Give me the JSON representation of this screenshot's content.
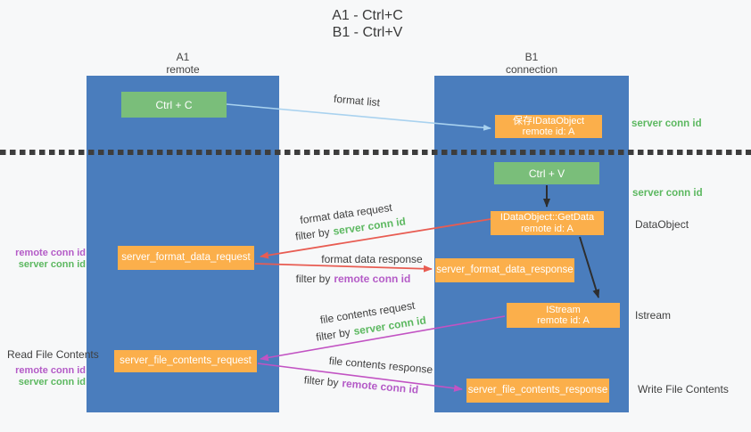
{
  "title": {
    "line1": "A1 - Ctrl+C",
    "line2": "B1 - Ctrl+V"
  },
  "lifelines": {
    "a1": {
      "name": "A1",
      "role": "remote"
    },
    "b1": {
      "name": "B1",
      "role": "connection"
    }
  },
  "nodes": {
    "ctrl_c": {
      "label": "Ctrl + C"
    },
    "ctrl_v": {
      "label": "Ctrl + V"
    },
    "save_idataobject": {
      "line1": "保存IDataObject",
      "line2": "remote id: A"
    },
    "idataobject_getdata": {
      "line1": "IDataObject::GetData",
      "line2": "remote id: A"
    },
    "istream": {
      "line1": "IStream",
      "line2": "remote id: A"
    },
    "server_format_data_request": {
      "label": "server_format_data_request"
    },
    "server_format_data_response": {
      "label": "server_format_data_response"
    },
    "server_file_contents_request": {
      "label": "server_file_contents_request"
    },
    "server_file_contents_response": {
      "label": "server_file_contents_response"
    }
  },
  "arrow_labels": {
    "format_list": "format list",
    "format_data_request": "format data request",
    "format_data_response": "format data response",
    "file_contents_request": "file contents request",
    "file_contents_response": "file contents response",
    "filter_by": "filter by",
    "server_conn_id": "server conn id",
    "remote_conn_id": "remote conn id"
  },
  "side_labels": {
    "server_conn_id_top": "server conn id",
    "server_conn_id_mid": "server conn id",
    "dataobject": "DataObject",
    "istream": "Istream",
    "write_file_contents": "Write File Contents",
    "read_file_contents": "Read File Contents",
    "remote_conn_id_left1": "remote conn id",
    "server_conn_id_left1": "server conn id",
    "remote_conn_id_left2": "remote conn id",
    "server_conn_id_left2": "server conn id"
  },
  "colors": {
    "lifeline_blue": "#4a7dbd",
    "node_green": "#7abe7a",
    "node_orange": "#fbaf4b",
    "arrow_red": "#e85c52",
    "arrow_magenta": "#c253c3",
    "arrow_light_blue": "#a9d2ef",
    "arrow_black": "#2e2e2e",
    "dotted_line": "#3d3d3d",
    "text_green": "#5cb860",
    "text_purple": "#b45bc7",
    "text_dark": "#3f3f3f",
    "background": "#f7f8f9"
  }
}
